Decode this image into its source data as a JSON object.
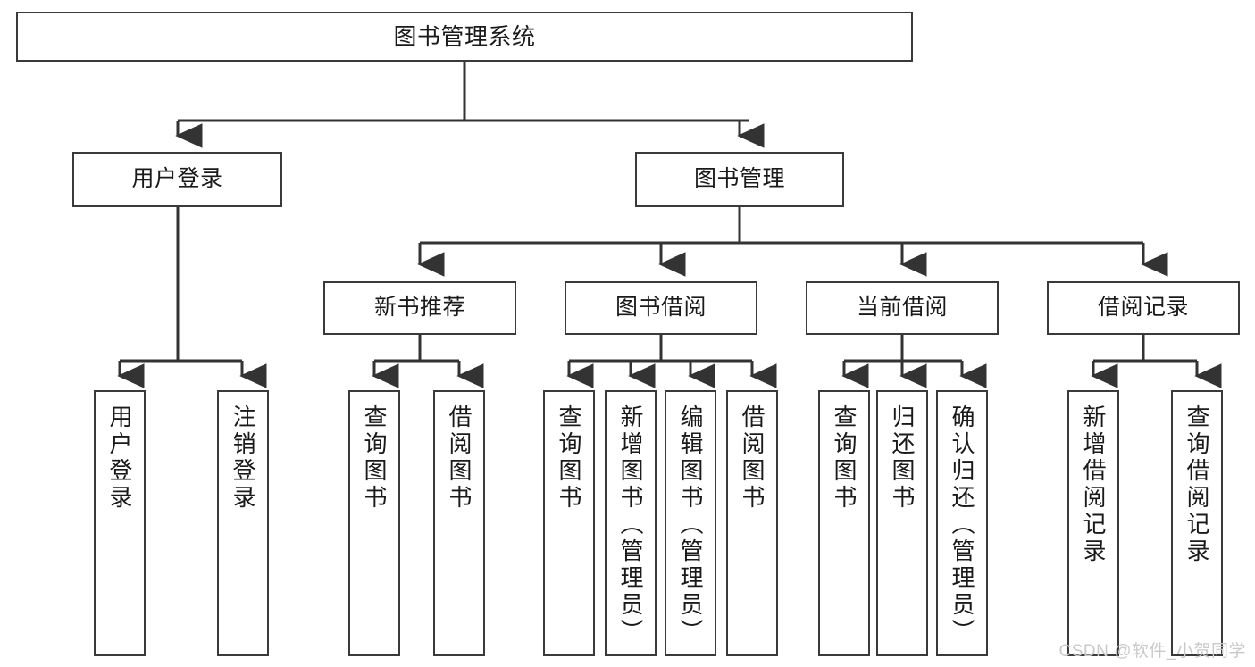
{
  "diagram": {
    "title": "图书管理系统",
    "type": "hierarchy-tree",
    "watermark": "CSDN @软件_小贺同学",
    "colors": {
      "box_border": "#3a3a3a",
      "box_fill": "#ffffff",
      "connector": "#333333",
      "text": "#1a1a1a",
      "watermark": "#c9c9c9"
    },
    "nodes": {
      "root": {
        "label": "图书管理系统"
      },
      "level2": [
        {
          "id": "user-login",
          "label": "用户登录"
        },
        {
          "id": "book-management",
          "label": "图书管理"
        }
      ],
      "level3": [
        {
          "id": "new-book-recommend",
          "label": "新书推荐"
        },
        {
          "id": "book-borrow",
          "label": "图书借阅"
        },
        {
          "id": "current-borrow",
          "label": "当前借阅"
        },
        {
          "id": "borrow-record",
          "label": "借阅记录"
        }
      ],
      "leaves": {
        "user_login": [
          {
            "id": "leaf-user-login",
            "label": "用户登录"
          },
          {
            "id": "leaf-logout-login",
            "label": "注销登录"
          }
        ],
        "new_book_recommend": [
          {
            "id": "leaf-query-book-1",
            "label": "查询图书"
          },
          {
            "id": "leaf-borrow-book-1",
            "label": "借阅图书"
          }
        ],
        "book_borrow": [
          {
            "id": "leaf-query-book-2",
            "label": "查询图书"
          },
          {
            "id": "leaf-add-book",
            "label": "新增图书（管理员）"
          },
          {
            "id": "leaf-edit-book",
            "label": "编辑图书（管理员）"
          },
          {
            "id": "leaf-borrow-book-2",
            "label": "借阅图书"
          }
        ],
        "current_borrow": [
          {
            "id": "leaf-query-book-3",
            "label": "查询图书"
          },
          {
            "id": "leaf-return-book",
            "label": "归还图书"
          },
          {
            "id": "leaf-confirm-return",
            "label": "确认归还（管理员）"
          }
        ],
        "borrow_record": [
          {
            "id": "leaf-add-record",
            "label": "新增借阅记录"
          },
          {
            "id": "leaf-query-record",
            "label": "查询借阅记录"
          }
        ]
      }
    }
  }
}
